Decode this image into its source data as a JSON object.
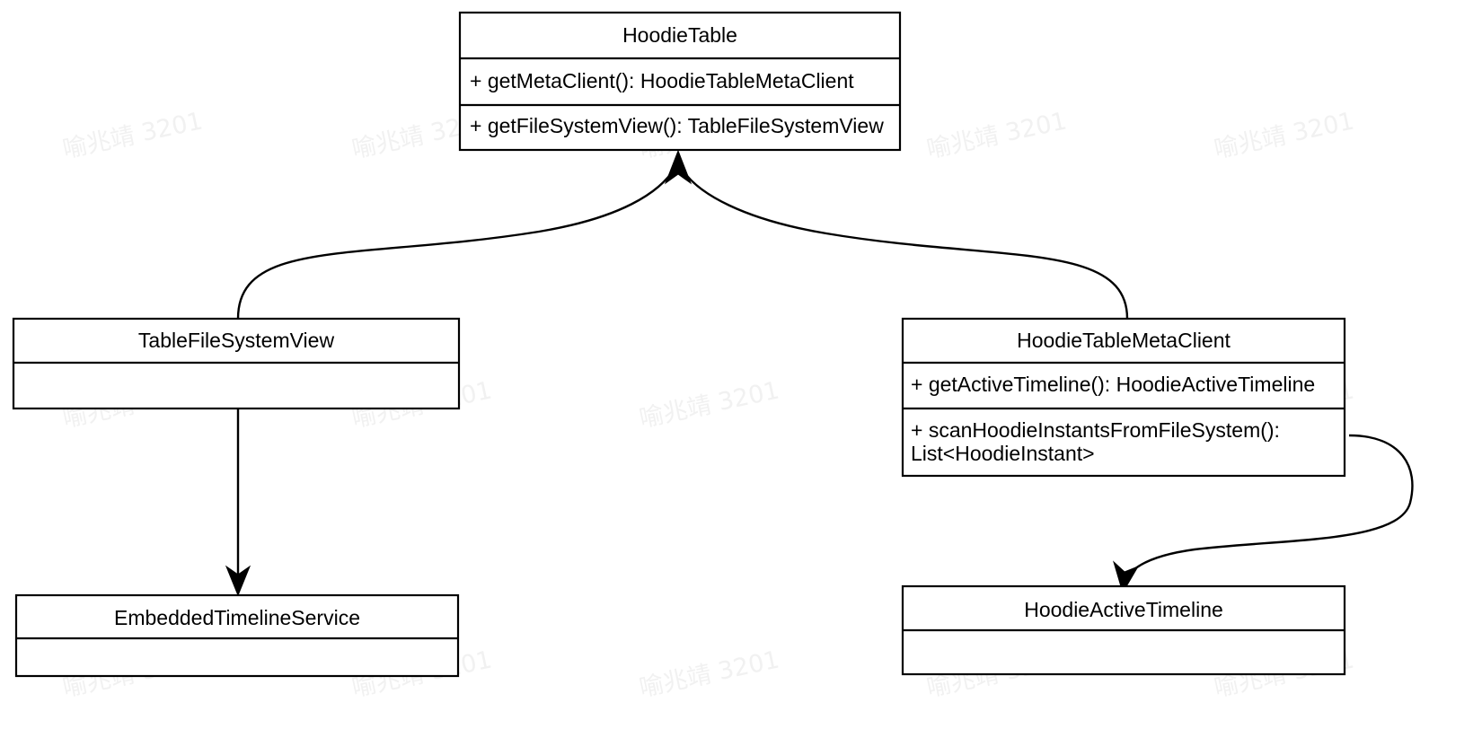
{
  "diagram": {
    "type": "uml-class-diagram",
    "background_color": "#ffffff",
    "line_color": "#000000",
    "text_color": "#000000",
    "watermark": {
      "text": "喻兆靖 3201",
      "color": "#f1f1f1",
      "rotation_deg": -12
    },
    "classes": [
      {
        "id": "hoodie-table",
        "name": "HoodieTable",
        "members": [
          "+ getMetaClient(): HoodieTableMetaClient",
          "+ getFileSystemView(): TableFileSystemView"
        ]
      },
      {
        "id": "table-file-system-view",
        "name": "TableFileSystemView",
        "members": []
      },
      {
        "id": "hoodie-table-meta-client",
        "name": "HoodieTableMetaClient",
        "members": [
          "+ getActiveTimeline(): HoodieActiveTimeline",
          "+ scanHoodieInstantsFromFileSystem():",
          "List<HoodieInstant>"
        ]
      },
      {
        "id": "embedded-timeline-service",
        "name": "EmbeddedTimelineService",
        "members": []
      },
      {
        "id": "hoodie-active-timeline",
        "name": "HoodieActiveTimeline",
        "members": []
      }
    ],
    "relations": [
      {
        "id": "rel-tablefilesystemview-to-hoodietable",
        "from": "TableFileSystemView",
        "to": "HoodieTable",
        "arrow": "filled-triangle"
      },
      {
        "id": "rel-hoodietablemetaclient-to-hoodietable",
        "from": "HoodieTableMetaClient",
        "to": "HoodieTable",
        "arrow": "filled-triangle"
      },
      {
        "id": "rel-tablefilesystemview-to-embeddedtimelineservice",
        "from": "TableFileSystemView",
        "to": "EmbeddedTimelineService",
        "arrow": "filled-arrow"
      },
      {
        "id": "rel-hoodietablemetaclient-to-hoodieactivetimeline",
        "from": "HoodieTableMetaClient",
        "to": "HoodieActiveTimeline",
        "arrow": "filled-arrow"
      }
    ]
  }
}
